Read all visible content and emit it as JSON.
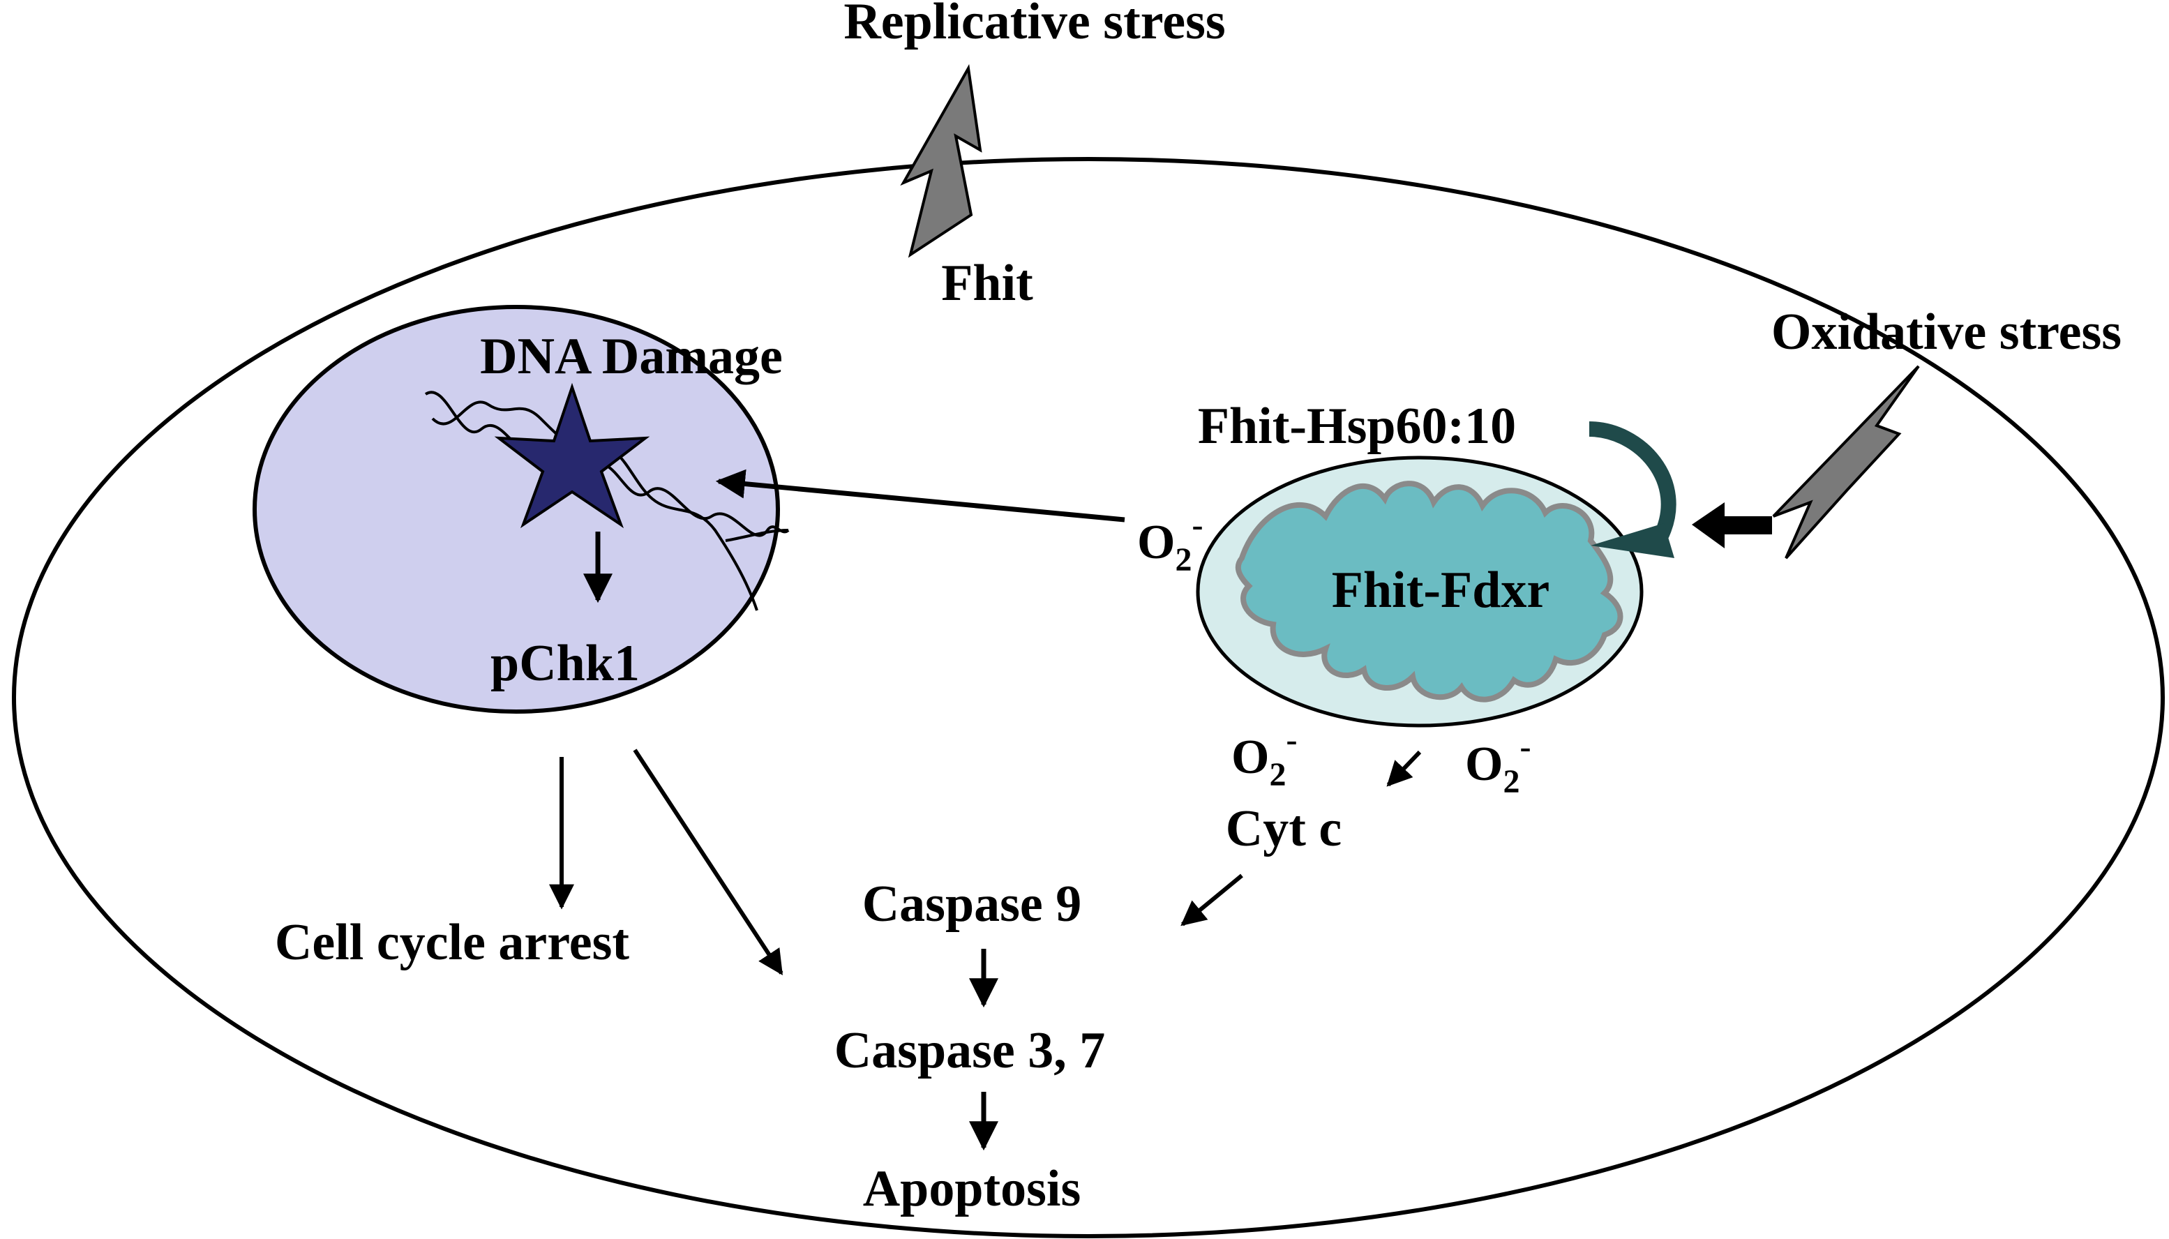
{
  "labels": {
    "replicative_stress": "Replicative stress",
    "fhit": "Fhit",
    "oxidative_stress": "Oxidative stress",
    "dna_damage": "DNA Damage",
    "pchk1": "pChk1",
    "fhit_hsp": "Fhit-Hsp60:10",
    "fhit_fdxr": "Fhit-Fdxr",
    "superoxide_base": "O",
    "superoxide_sub": "2",
    "superoxide_sup": "-",
    "cyt_c": "Cyt c",
    "caspase9": "Caspase 9",
    "caspase37": "Caspase 3, 7",
    "apoptosis": "Apoptosis",
    "cell_cycle_arrest": "Cell cycle arrest"
  },
  "colors": {
    "nucleus_fill": "#cfcfee",
    "mito_fill": "#d6ecec",
    "cristae_fill": "#6bbcc2",
    "cristae_stroke": "#8a8a8a",
    "star_fill": "#27286e",
    "lightning_fill": "#7a7a7a",
    "curved_arrow": "#1f4a4a"
  },
  "icons": {
    "stress_bolt": "lightning-bolt-icon",
    "damage_mark": "star-icon",
    "dna": "dna-helix-icon"
  }
}
